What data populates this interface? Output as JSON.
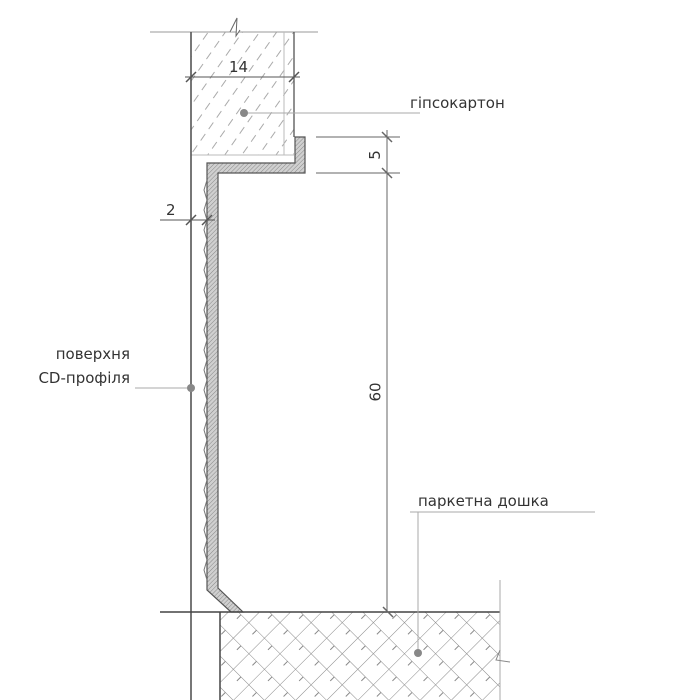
{
  "labels": {
    "drywall": "гіпсокартон",
    "cd_profile_line1": "поверхня",
    "cd_profile_line2": "CD-профіля",
    "parquet": "паркетна дошка"
  },
  "dimensions": {
    "drywall_thickness": "14",
    "gap": "2",
    "flange": "5",
    "height": "60"
  },
  "colors": {
    "line": "#555555",
    "profile_fill": "#bdbdbd",
    "hatch": "#999999"
  }
}
